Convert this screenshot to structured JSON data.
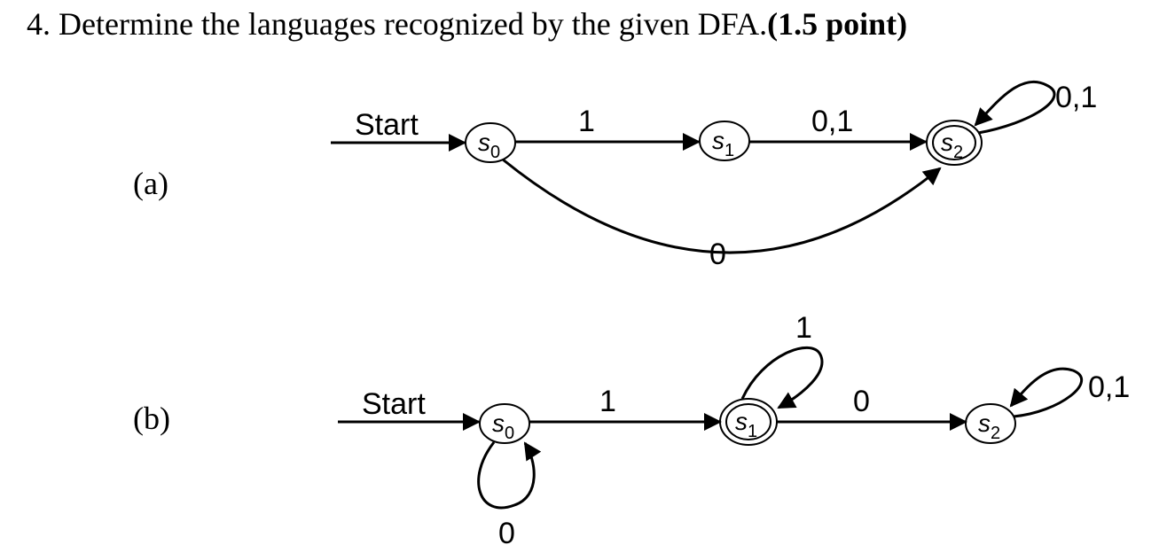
{
  "question": {
    "number": "4.",
    "text": "Determine the languages recognized by the given DFA.",
    "points": "(1.5 point)"
  },
  "dfa_a": {
    "label": "(a)",
    "start_label": "Start",
    "states": [
      {
        "base": "s",
        "sub": "0",
        "accepting": false
      },
      {
        "base": "s",
        "sub": "1",
        "accepting": false
      },
      {
        "base": "s",
        "sub": "2",
        "accepting": true
      }
    ],
    "transitions": [
      {
        "from": "s0",
        "to": "s1",
        "label": "1"
      },
      {
        "from": "s1",
        "to": "s2",
        "label": "0,1"
      },
      {
        "from": "s0",
        "to": "s2",
        "label": "0"
      },
      {
        "from": "s2",
        "to": "s2",
        "label": "0,1"
      }
    ]
  },
  "dfa_b": {
    "label": "(b)",
    "start_label": "Start",
    "states": [
      {
        "base": "s",
        "sub": "0",
        "accepting": false
      },
      {
        "base": "s",
        "sub": "1",
        "accepting": true
      },
      {
        "base": "s",
        "sub": "2",
        "accepting": false
      }
    ],
    "transitions": [
      {
        "from": "s0",
        "to": "s1",
        "label": "1"
      },
      {
        "from": "s1",
        "to": "s2",
        "label": "0"
      },
      {
        "from": "s0",
        "to": "s0",
        "label": "0"
      },
      {
        "from": "s1",
        "to": "s1",
        "label": "1"
      },
      {
        "from": "s2",
        "to": "s2",
        "label": "0,1"
      }
    ]
  }
}
